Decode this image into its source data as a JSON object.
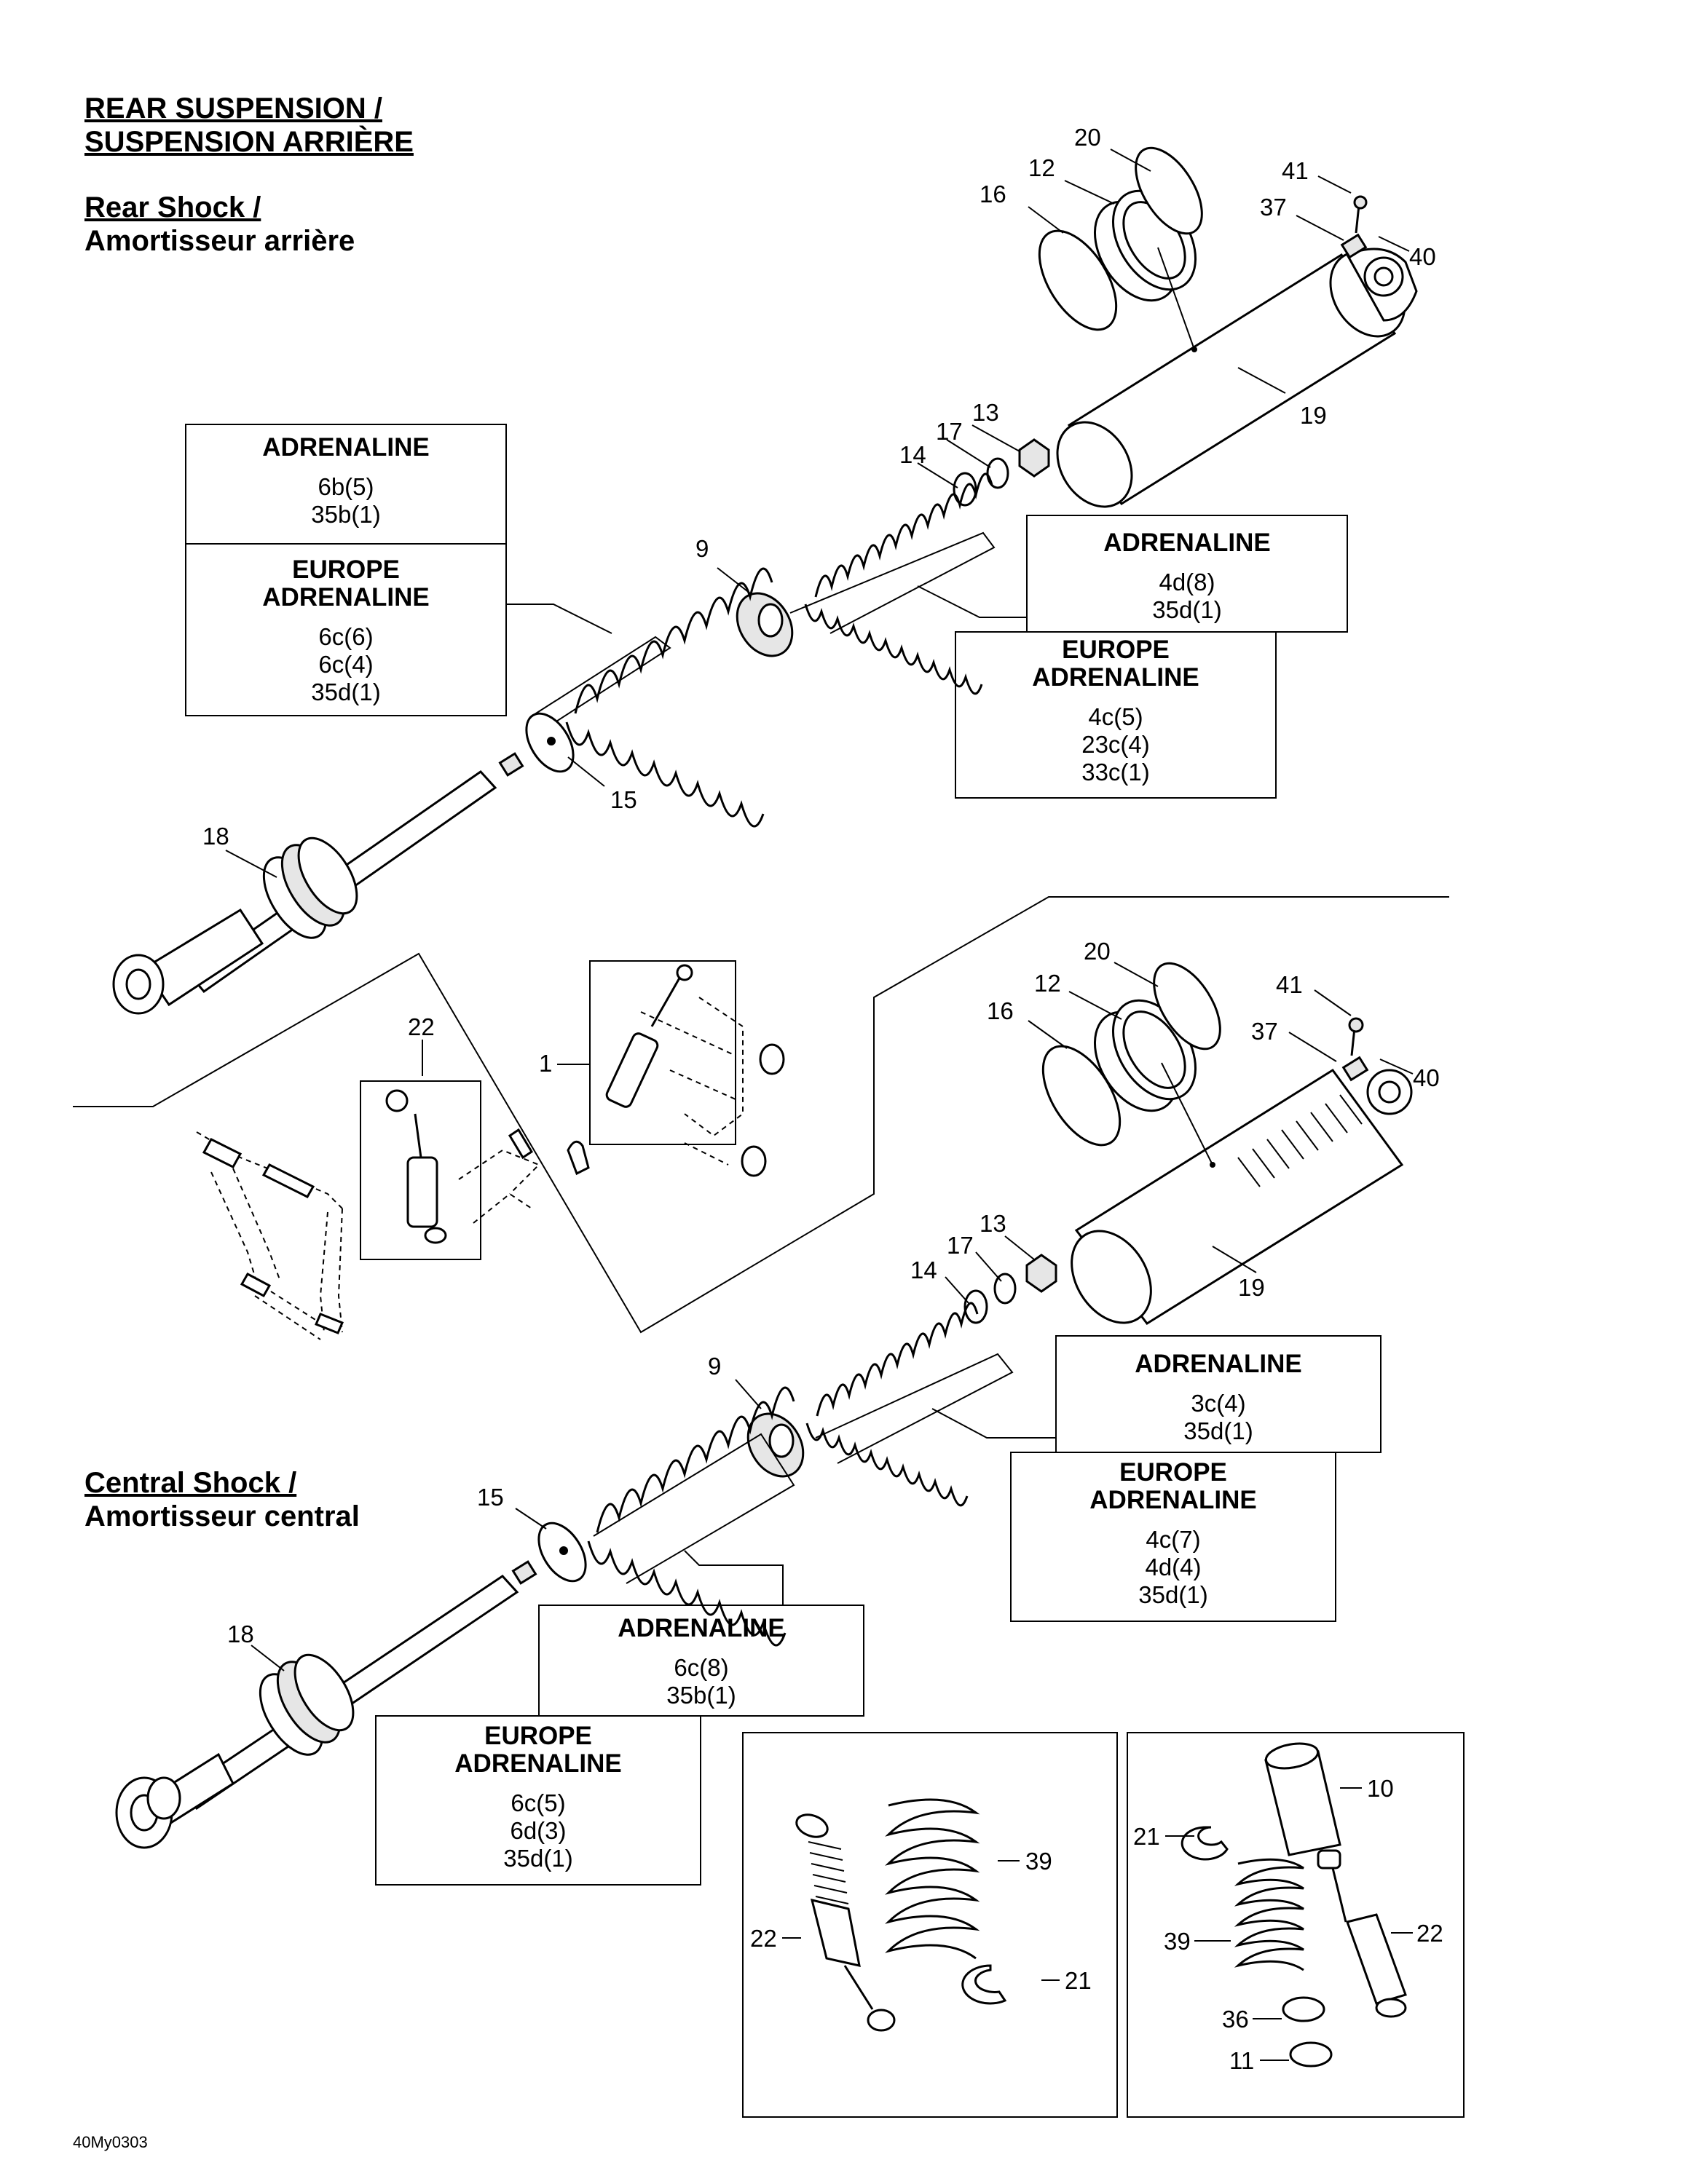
{
  "title": {
    "line1": "REAR SUSPENSION /",
    "line2": "SUSPENSION ARRIÈRE"
  },
  "rear_shock": {
    "heading_en": "Rear Shock /",
    "heading_fr": "Amortisseur arrière",
    "callouts": [
      "20",
      "12",
      "16",
      "41",
      "37",
      "40",
      "19",
      "13",
      "17",
      "14",
      "9",
      "15",
      "18"
    ],
    "box_left": {
      "a_title": "ADRENALINE",
      "a_values": [
        "6b(5)",
        "35b(1)"
      ],
      "b_title1": "EUROPE",
      "b_title2": "ADRENALINE",
      "b_values": [
        "6c(6)",
        "6c(4)",
        "35d(1)"
      ]
    },
    "box_right_a": {
      "title": "ADRENALINE",
      "values": [
        "4d(8)",
        "35d(1)"
      ]
    },
    "box_right_b": {
      "title1": "EUROPE",
      "title2": "ADRENALINE",
      "values": [
        "4c(5)",
        "23c(4)",
        "33c(1)"
      ]
    }
  },
  "overview": {
    "callouts": [
      "22",
      "1"
    ]
  },
  "central_shock": {
    "heading_en": "Central Shock /",
    "heading_fr": "Amortisseur central",
    "callouts": [
      "20",
      "12",
      "16",
      "41",
      "37",
      "40",
      "19",
      "13",
      "17",
      "14",
      "9",
      "15",
      "18"
    ],
    "box_right_a": {
      "title": "ADRENALINE",
      "values": [
        "3c(4)",
        "35d(1)"
      ]
    },
    "box_right_b": {
      "title1": "EUROPE",
      "title2": "ADRENALINE",
      "values": [
        "4c(7)",
        "4d(4)",
        "35d(1)"
      ]
    },
    "box_bottom_a": {
      "title": "ADRENALINE",
      "values": [
        "6c(8)",
        "35b(1)"
      ]
    },
    "box_bottom_b": {
      "title1": "EUROPE",
      "title2": "ADRENALINE",
      "values": [
        "6c(5)",
        "6d(3)",
        "35d(1)"
      ]
    }
  },
  "detail_left": {
    "callouts": [
      "39",
      "22",
      "21"
    ]
  },
  "detail_right": {
    "callouts": [
      "10",
      "21",
      "22",
      "39",
      "36",
      "11"
    ]
  },
  "reference": "40My0303"
}
